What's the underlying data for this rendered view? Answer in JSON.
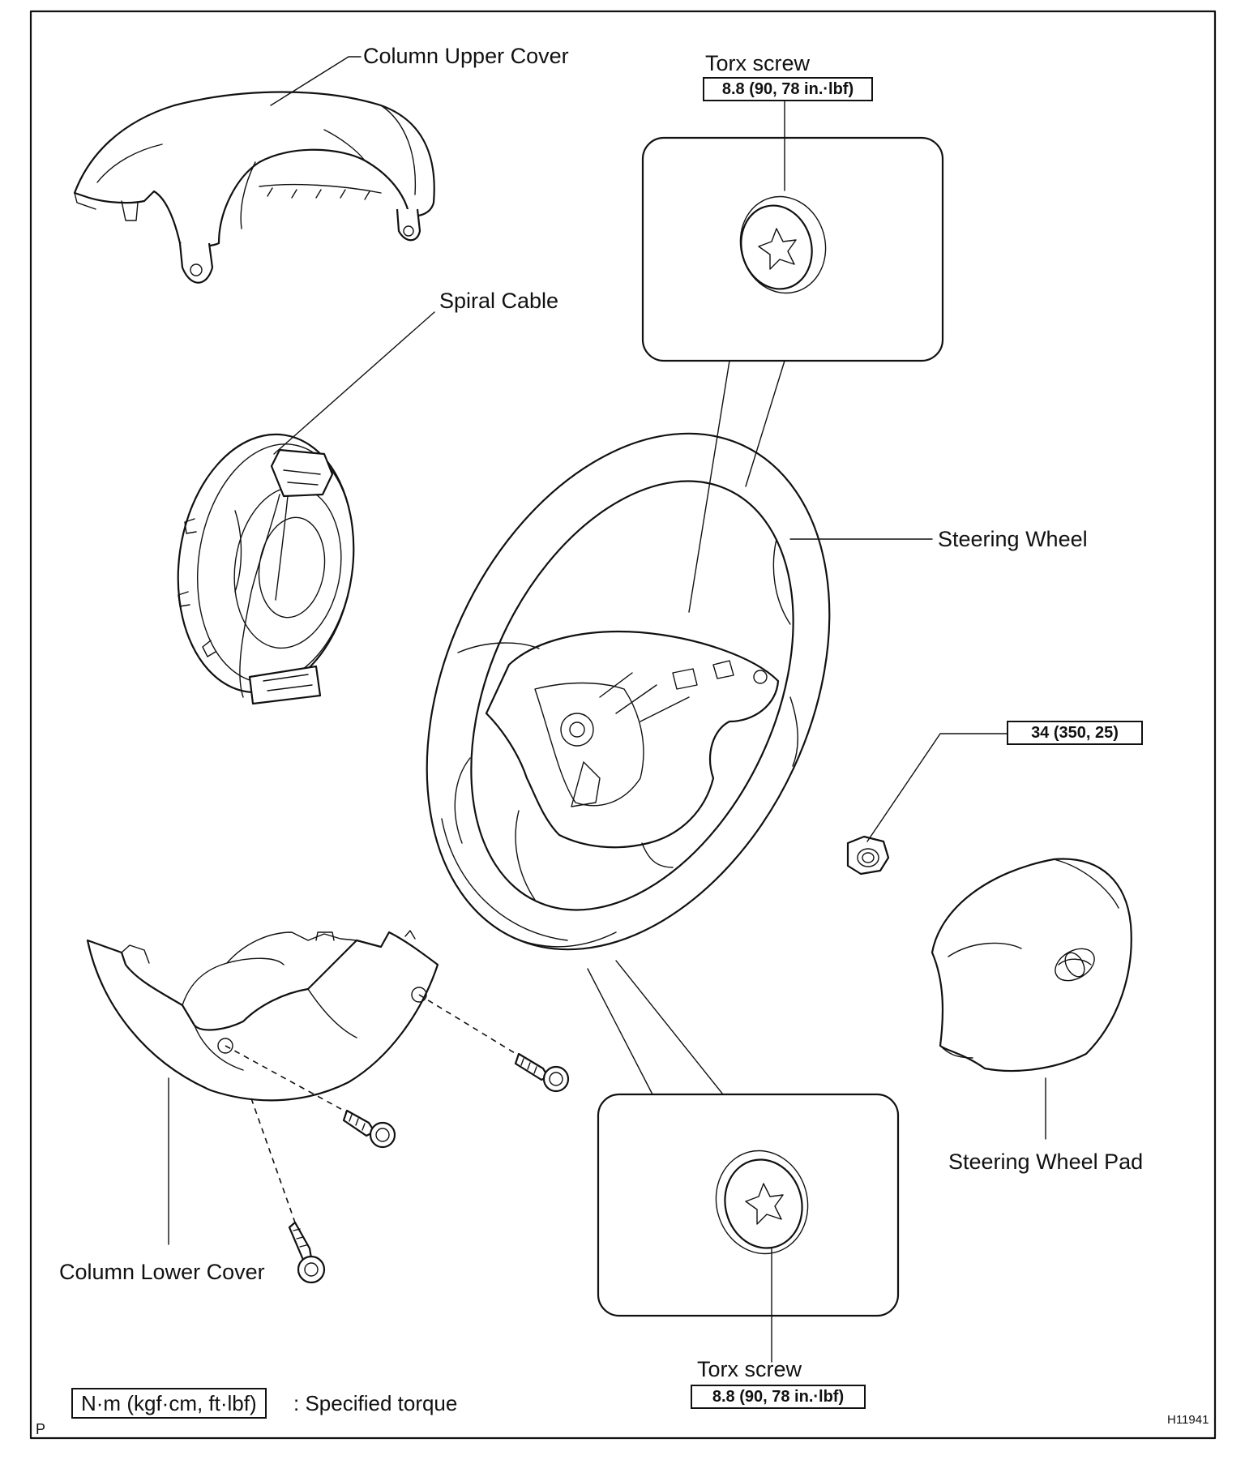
{
  "labels": {
    "column_upper_cover": "Column Upper Cover",
    "spiral_cable": "Spiral Cable",
    "steering_wheel": "Steering Wheel",
    "steering_wheel_pad": "Steering Wheel Pad",
    "column_lower_cover": "Column Lower Cover",
    "torx_screw_top": "Torx screw",
    "torx_screw_bottom": "Torx screw"
  },
  "torques": {
    "torx_top": "8.8 (90, 78 in.·lbf)",
    "torx_bottom": "8.8 (90, 78 in.·lbf)",
    "nut": "34 (350, 25)"
  },
  "legend": {
    "unit_box": "N·m (kgf·cm, ft·lbf)",
    "description": ": Specified torque"
  },
  "corner": {
    "left": "P",
    "figure_id": "H11941"
  }
}
